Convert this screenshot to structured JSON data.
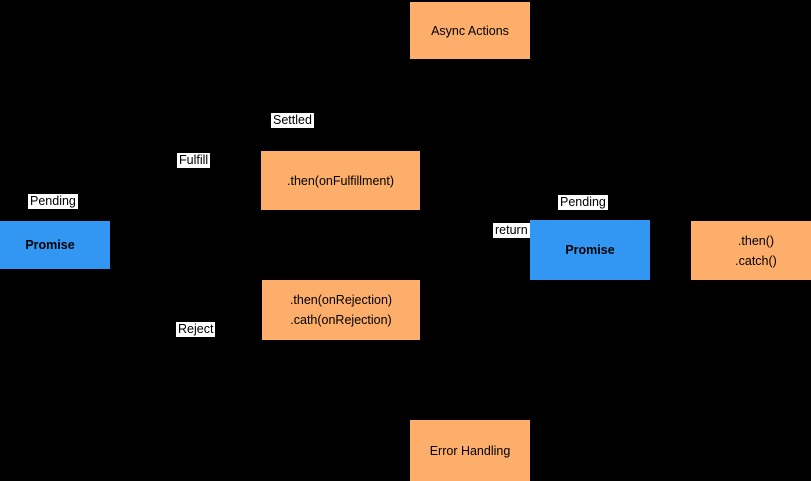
{
  "diagram": {
    "background": "#000000",
    "colors": {
      "process_fill": "#fcae6a",
      "promise_fill": "#3297f3",
      "label_bg": "#ffffff",
      "text": "#000000"
    },
    "nodes": {
      "async_actions": {
        "label": "Async Actions"
      },
      "then_fulfillment": {
        "label": ".then(onFulfillment)"
      },
      "then_rejection": {
        "line1": ".then(onRejection)",
        "line2": ".cath(onRejection)"
      },
      "promise_left": {
        "label": "Promise"
      },
      "promise_right": {
        "label": "Promise"
      },
      "then_catch": {
        "line1": ".then()",
        "line2": ".catch()"
      },
      "error_handling": {
        "label": "Error Handling"
      }
    },
    "state_labels": {
      "pending_left": "Pending",
      "fulfill": "Fulfill",
      "settled": "Settled",
      "reject": "Reject",
      "return_label": "return",
      "pending_right": "Pending"
    }
  }
}
